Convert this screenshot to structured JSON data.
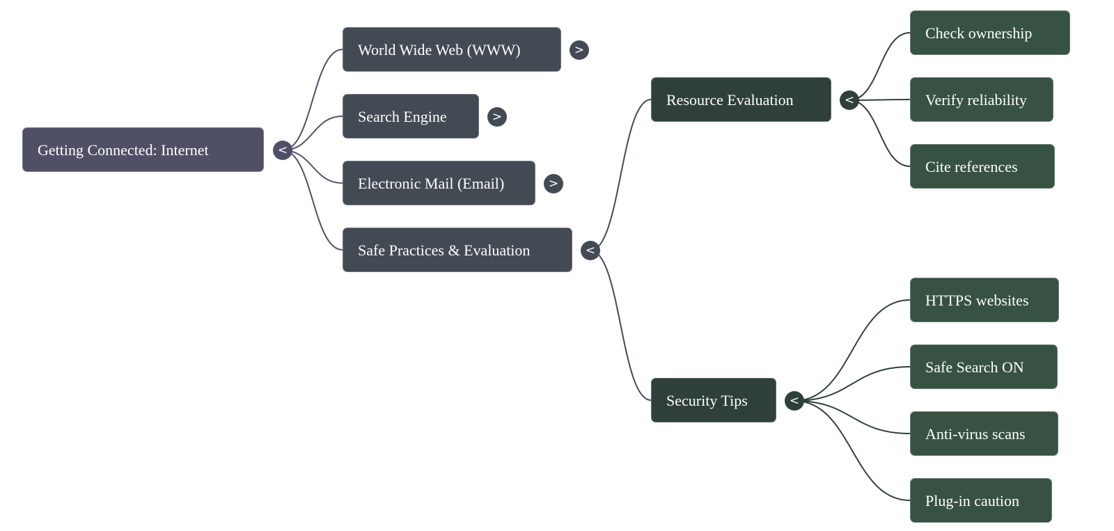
{
  "mindmap": {
    "root": {
      "label": "Getting Connected: Internet",
      "toggle": "<",
      "children": [
        {
          "label": "World Wide Web (WWW)",
          "toggle": ">"
        },
        {
          "label": "Search Engine",
          "toggle": ">"
        },
        {
          "label": "Electronic Mail (Email)",
          "toggle": ">"
        },
        {
          "label": "Safe Practices & Evaluation",
          "toggle": "<",
          "children": [
            {
              "label": "Resource Evaluation",
              "toggle": "<",
              "children": [
                {
                  "label": "Check ownership"
                },
                {
                  "label": "Verify reliability"
                },
                {
                  "label": "Cite references"
                }
              ]
            },
            {
              "label": "Security Tips",
              "toggle": "<",
              "children": [
                {
                  "label": "HTTPS websites"
                },
                {
                  "label": "Safe Search ON"
                },
                {
                  "label": "Anti-virus scans"
                },
                {
                  "label": "Plug-in caution"
                }
              ]
            }
          ]
        }
      ]
    },
    "colors": {
      "root": "#4f5066",
      "level1": "#434a54",
      "level2": "#2f403c",
      "level3": "#375242",
      "link_root": "#4f5066",
      "link_level1": "#434a54",
      "link_level2": "#2f403c"
    }
  }
}
